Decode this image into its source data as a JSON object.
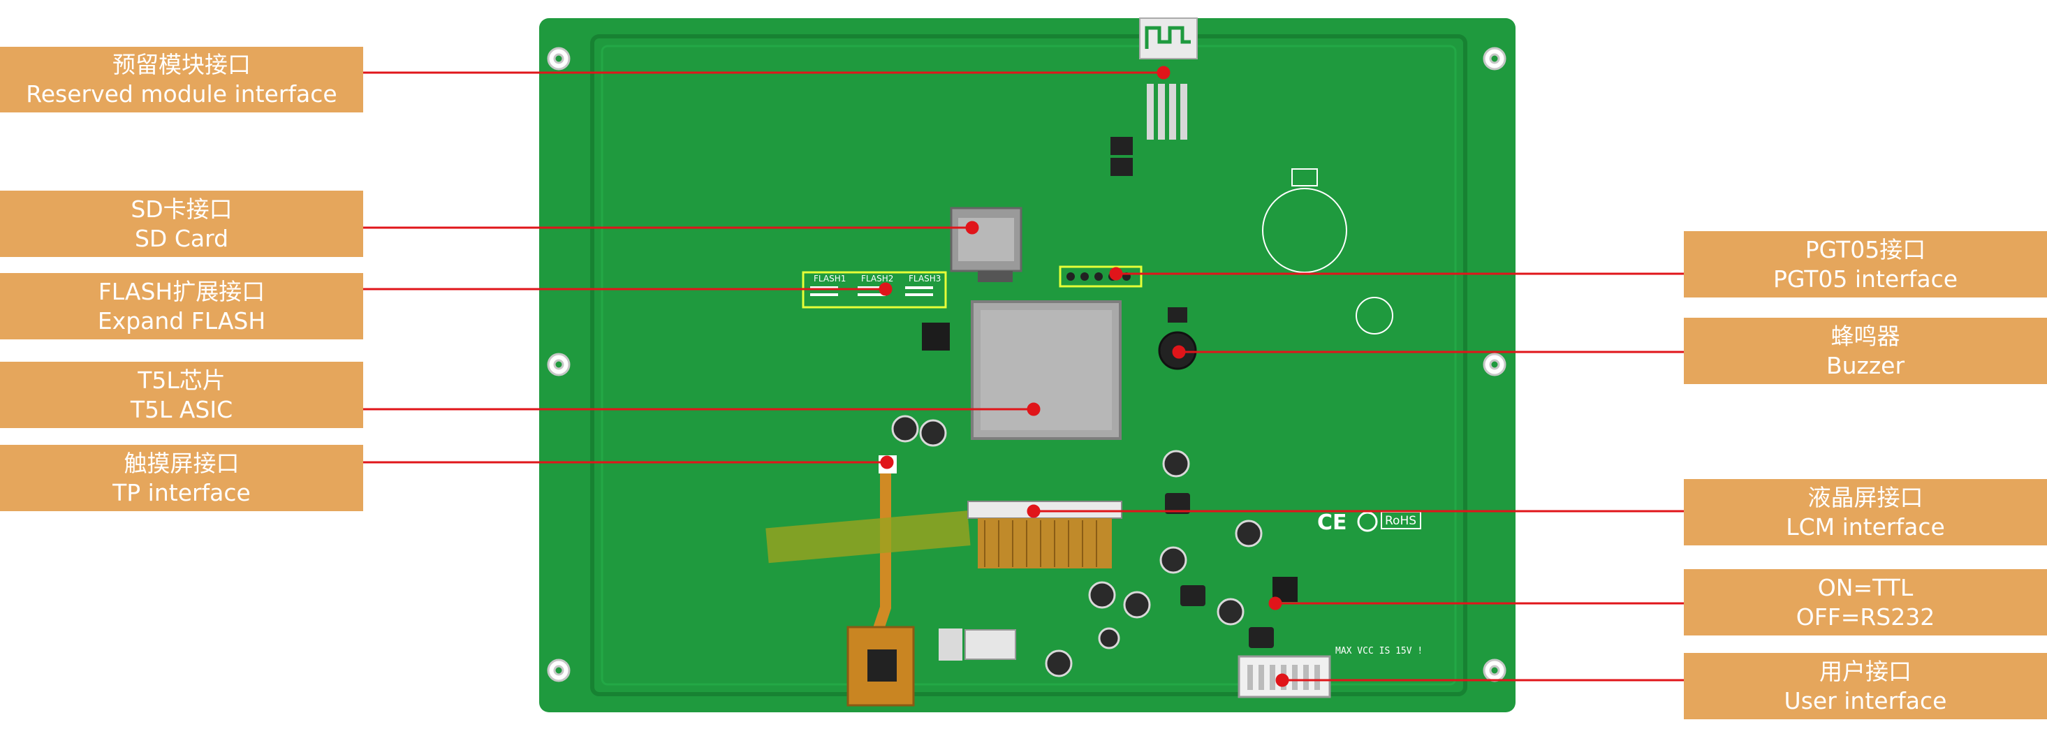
{
  "labels": {
    "reserved_module": {
      "cn": "预留模块接口",
      "en": "Reserved module interface"
    },
    "sd_card": {
      "cn": "SD卡接口",
      "en": "SD Card"
    },
    "flash": {
      "cn": "FLASH扩展接口",
      "en": "Expand FLASH"
    },
    "t5l": {
      "cn": "T5L芯片",
      "en": "T5L ASIC"
    },
    "tp": {
      "cn": "触摸屏接口",
      "en": "TP interface"
    },
    "pgt05": {
      "cn": "PGT05接口",
      "en": "PGT05 interface"
    },
    "buzzer": {
      "cn": "蜂鸣器",
      "en": "Buzzer"
    },
    "lcm": {
      "cn": "液晶屏接口",
      "en": "LCM interface"
    },
    "ttl": {
      "cn": "ON=TTL",
      "en": "OFF=RS232"
    },
    "user": {
      "cn": "用户接口",
      "en": "User interface"
    }
  },
  "board_text": {
    "ce_mark": "CE",
    "rohs": "RoHS",
    "flash_silk": [
      "FLASH1",
      "FLASH2",
      "FLASH3"
    ],
    "max_vcc": "MAX VCC IS 15V !"
  },
  "colors": {
    "label_bg": "#e5a65c",
    "leader_line": "#e0151a",
    "pcb_green": "#1f9a3e"
  }
}
